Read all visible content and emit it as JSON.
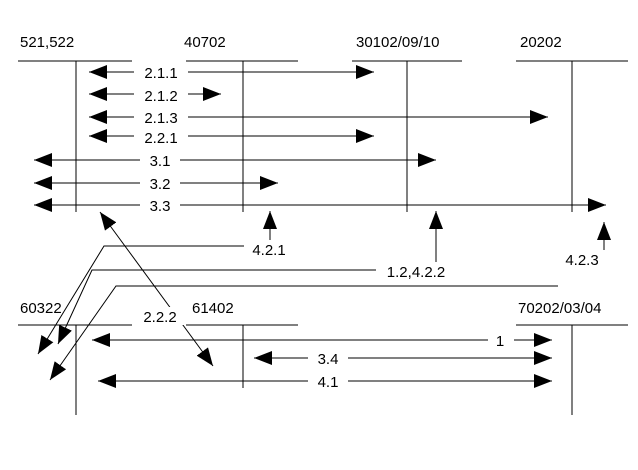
{
  "diagram": {
    "line_color": "#000000",
    "background": "#ffffff",
    "nodes": {
      "n521522": "521,522",
      "n40702": "40702",
      "n30102": "30102/09/10",
      "n20202": "20202",
      "n60322": "60322",
      "n61402": "61402",
      "n70202": "70202/03/04"
    },
    "edges": {
      "e211": "2.1.1",
      "e212": "2.1.2",
      "e213": "2.1.3",
      "e221": "2.2.1",
      "e31": "3.1",
      "e32": "3.2",
      "e33": "3.3",
      "e421": "4.2.1",
      "e12422": "1.2,4.2.2",
      "e423": "4.2.3",
      "e222": "2.2.2",
      "e1": "1",
      "e34": "3.4",
      "e41": "4.1"
    }
  }
}
